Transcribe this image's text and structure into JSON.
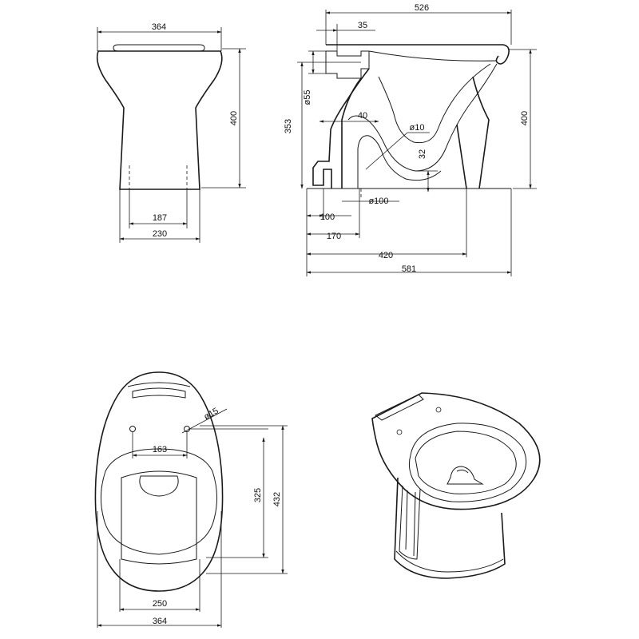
{
  "front_view": {
    "width_top": "364",
    "height": "400",
    "inner_width": "187",
    "base_width": "230"
  },
  "side_view": {
    "total_depth": "526",
    "rim_offset": "35",
    "inlet_diameter": "ø55",
    "outlet_height": "353",
    "trap_offset": "40",
    "hole_diameter": "ø10",
    "water_seal": "32",
    "height": "400",
    "outlet_diameter": "ø100",
    "outlet_from_wall": "100",
    "foot_depth": "170",
    "pan_depth": "420",
    "overall_depth": "581"
  },
  "top_view": {
    "fixing_hole_diameter": "ø15",
    "fixing_hole_spacing": "163",
    "bowl_length": "325",
    "total_length": "432",
    "base_width": "250",
    "total_width": "364"
  }
}
